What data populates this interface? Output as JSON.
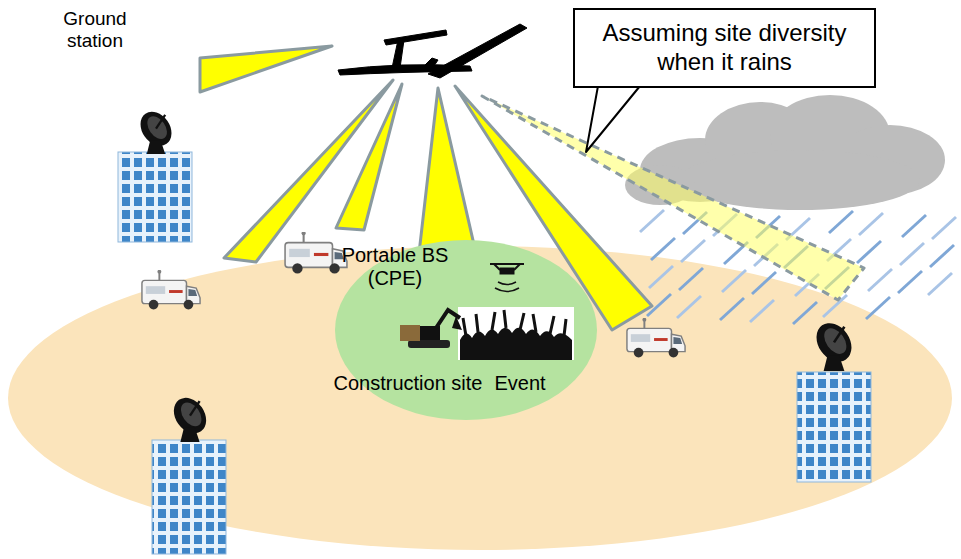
{
  "diagram": {
    "nodes": [
      {
        "text": [
          "Assuming site diversity when it rains"
        ]
      },
      {
        "text": [
          "Portable BS (CPE)",
          "Construction site",
          "Event"
        ]
      }
    ],
    "labels": [
      "Ground station"
    ]
  }
}
